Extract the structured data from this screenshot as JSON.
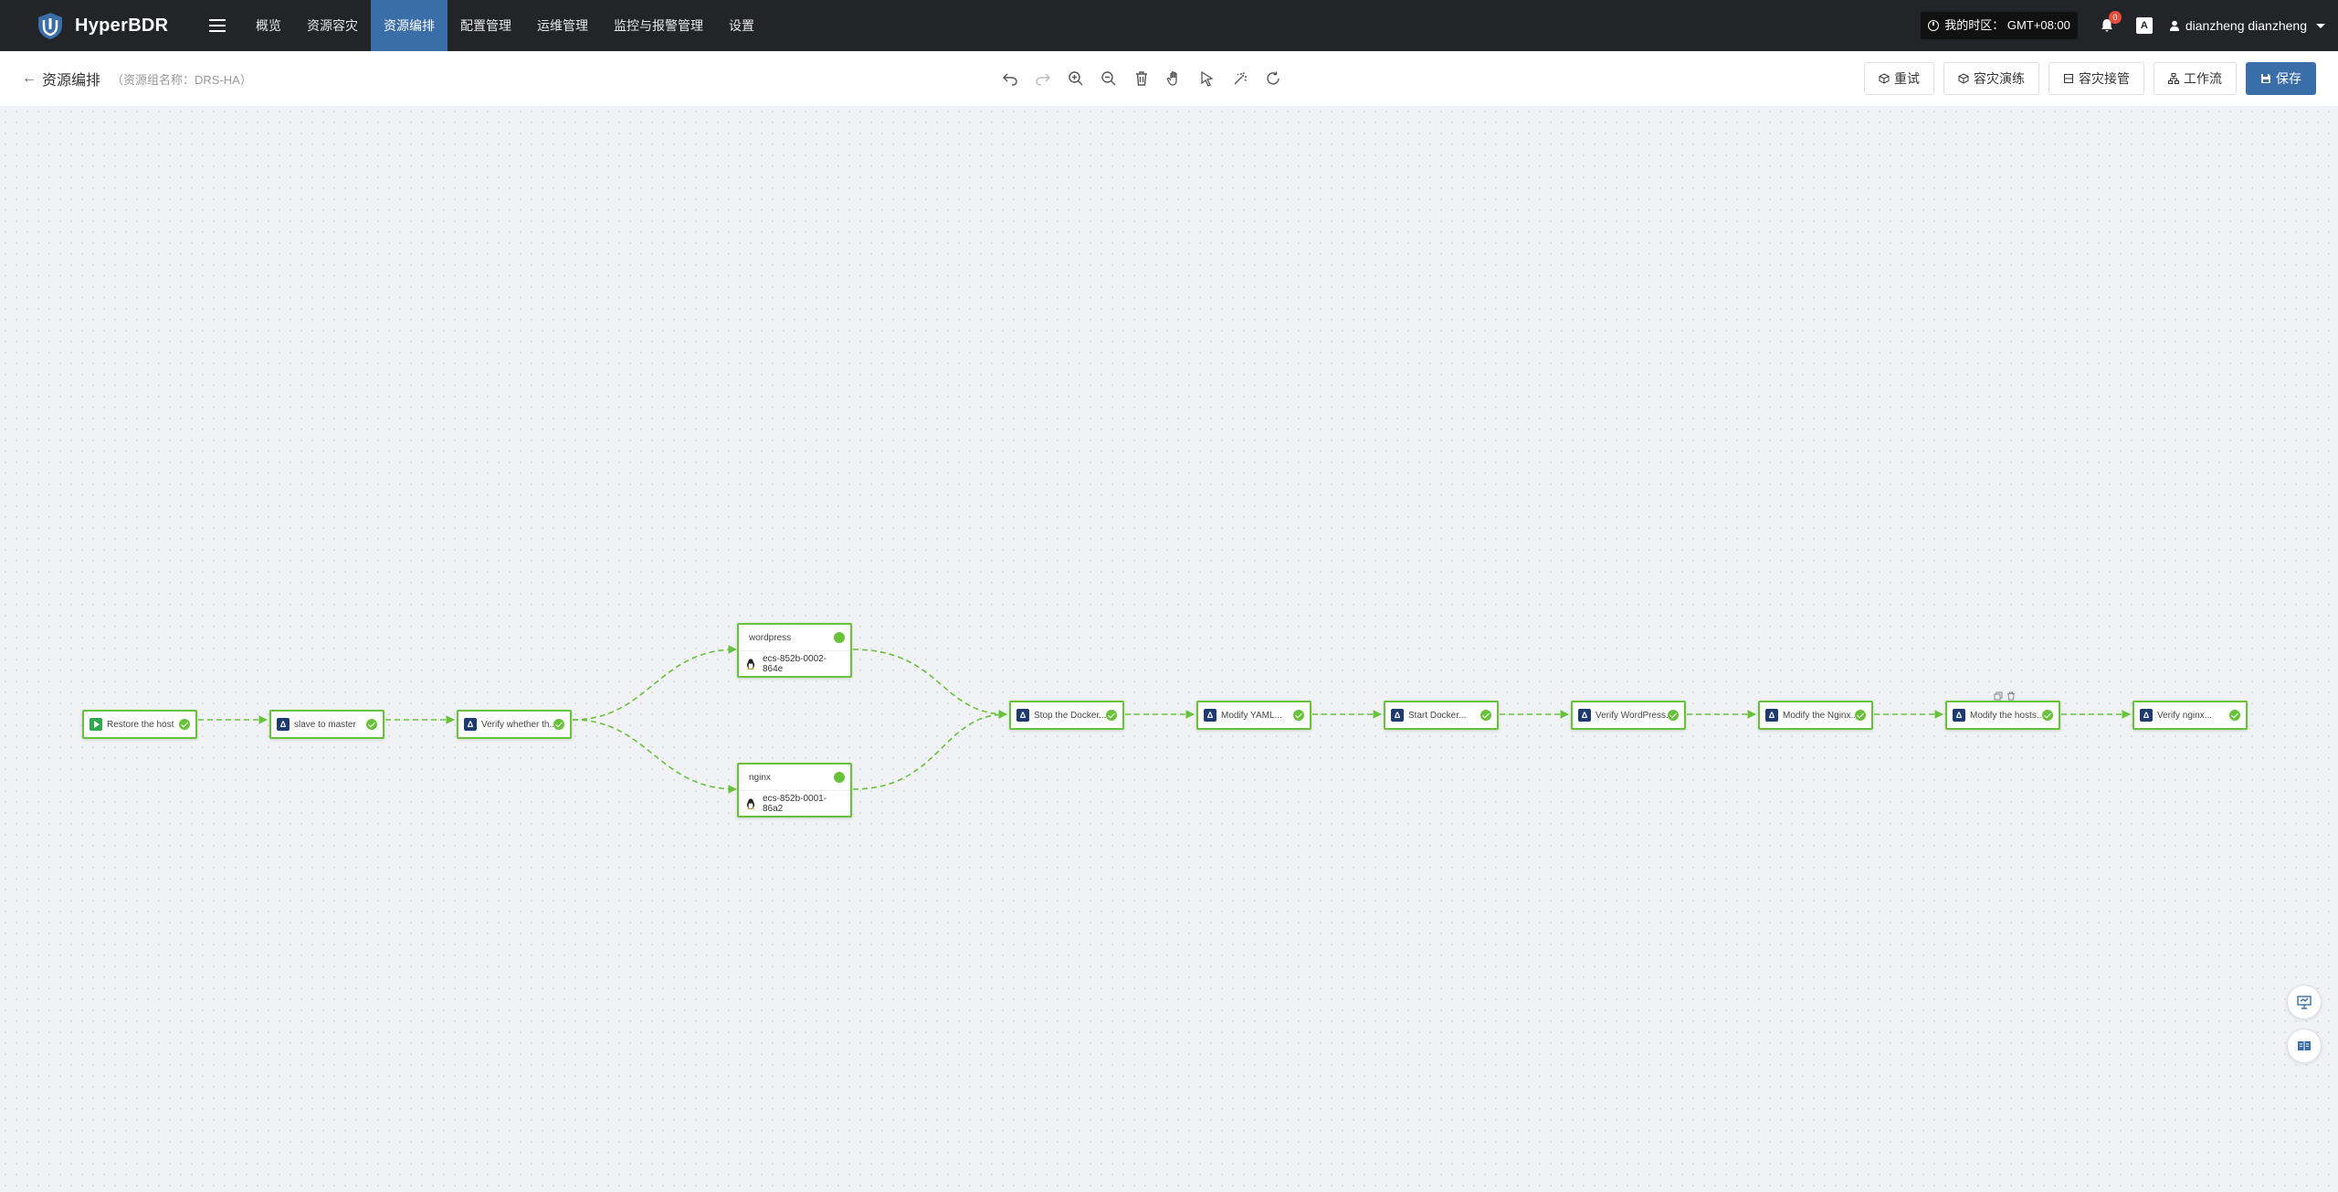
{
  "app": {
    "brand": "HyperBDR",
    "nav": [
      {
        "label": "概览"
      },
      {
        "label": "资源容灾"
      },
      {
        "label": "资源编排",
        "active": true
      },
      {
        "label": "配置管理"
      },
      {
        "label": "运维管理"
      },
      {
        "label": "监控与报警管理"
      },
      {
        "label": "设置"
      }
    ],
    "timezone": "我的时区： GMT+08:00",
    "notification_count": "0",
    "lang_icon": "A",
    "user": "dianzheng dianzheng",
    "accent": "#3a6ea8"
  },
  "header": {
    "back_icon": "←",
    "title": "资源编排",
    "subtitle": "（资源组名称：DRS-HA）",
    "tools": [
      "undo-icon",
      "redo-icon",
      "zoom-in-icon",
      "zoom-out-icon",
      "delete-icon",
      "hand-icon",
      "pointer-icon",
      "auto-layout-icon",
      "refresh-icon"
    ],
    "buttons": {
      "retry": "重试",
      "drill": "容灾演练",
      "takeover": "容灾接管",
      "workflow": "工作流",
      "save": "保存"
    }
  },
  "flow": {
    "status_color": "#67c23a",
    "nodes": {
      "n1": "Restore the host",
      "n2": "slave to master",
      "n3": "Verify whether th...",
      "n4_name": "wordpress",
      "n4_host": "ecs-852b-0002-864e",
      "n5_name": "nginx",
      "n5_host": "ecs-852b-0001-86a2",
      "n6": "Stop the Docker...",
      "n7": "Modify YAML...",
      "n8": "Start Docker...",
      "n9": "Verify WordPress...",
      "n10": "Modify the Nginx...",
      "n11": "Modify the hosts...",
      "n12": "Verify nginx..."
    }
  }
}
